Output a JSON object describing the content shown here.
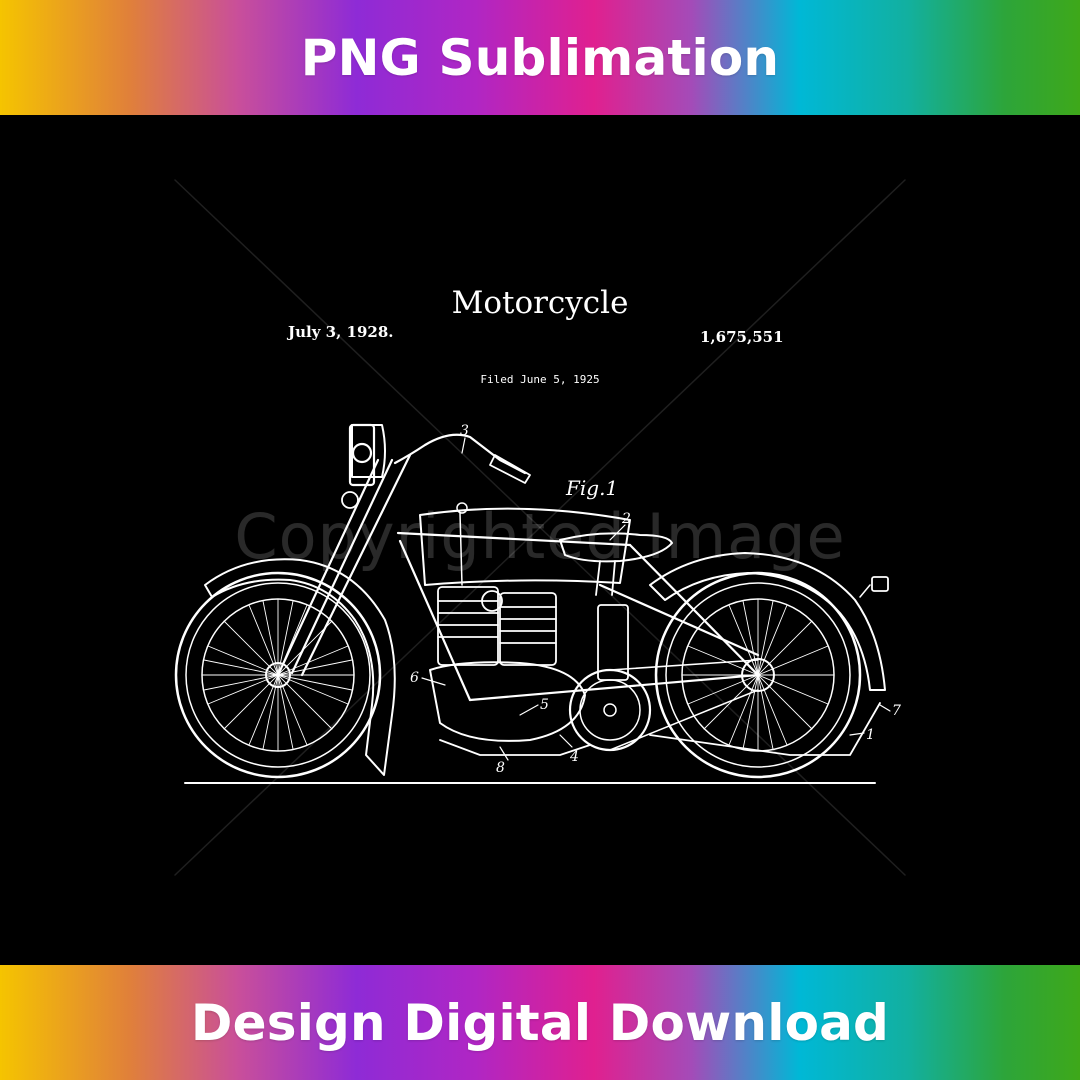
{
  "banner_top": {
    "text": "PNG Sublimation"
  },
  "banner_bottom": {
    "text": "Design Digital Download"
  },
  "patent": {
    "title": "Motorcycle",
    "date": "July 3, 1928.",
    "number": "1,675,551",
    "filed": "Filed June 5, 1925",
    "figure_label": "Fig.1",
    "ref_numerals": [
      "3",
      "2",
      "6",
      "5",
      "8",
      "4",
      "1",
      "7"
    ]
  },
  "watermark": {
    "text": "Copyrighted Image"
  },
  "colors": {
    "background": "#000000",
    "line_art": "#ffffff",
    "banner_text": "#ffffff"
  }
}
